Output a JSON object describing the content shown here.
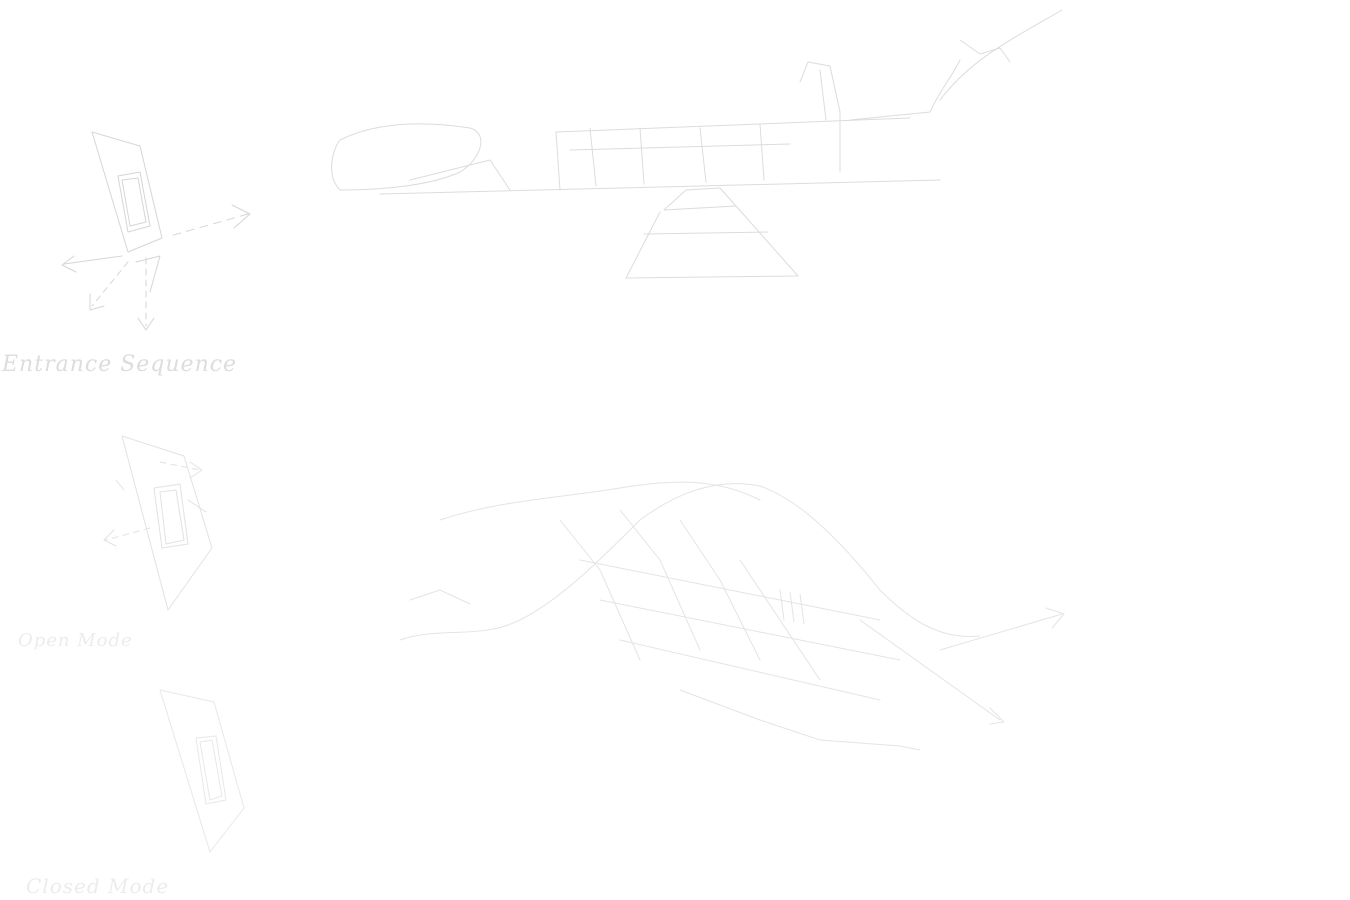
{
  "captions": {
    "entrance_sequence": "Entrance Sequence",
    "open_mode": "Open Mode",
    "closed_mode": "Closed Mode"
  },
  "colors": {
    "background": "#ffffff",
    "line": "#d9d9d9",
    "line_faint": "#eeeeee"
  }
}
